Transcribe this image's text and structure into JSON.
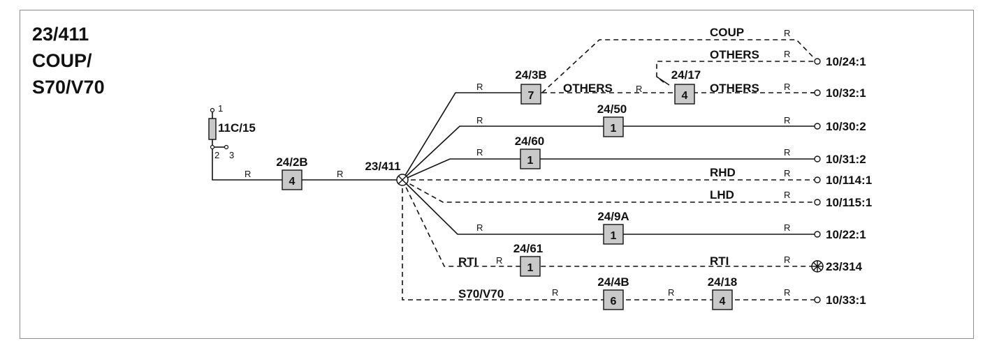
{
  "title": {
    "line1": "23/411",
    "line2": "COUP/",
    "line3": "S70/V70"
  },
  "fuse": {
    "label": "11C/15",
    "pin_top": "1",
    "pin_2": "2",
    "pin_3": "3"
  },
  "main_connector": {
    "label": "24/2B",
    "pin": "4",
    "wire_code_left": "R",
    "wire_code_right": "R"
  },
  "splice": {
    "label": "23/411"
  },
  "connectors": {
    "c24_3b": {
      "label": "24/3B",
      "pin": "7"
    },
    "c24_17": {
      "label": "24/17",
      "pin": "4"
    },
    "c24_50": {
      "label": "24/50",
      "pin": "1"
    },
    "c24_60": {
      "label": "24/60",
      "pin": "1"
    },
    "c24_9a": {
      "label": "24/9A",
      "pin": "1"
    },
    "c24_61": {
      "label": "24/61",
      "pin": "1"
    },
    "c24_4b": {
      "label": "24/4B",
      "pin": "6"
    },
    "c24_18": {
      "label": "24/18",
      "pin": "4"
    }
  },
  "wire_codes": {
    "r": "R"
  },
  "variants": {
    "coup": "COUP",
    "others": "OTHERS",
    "rhd": "RHD",
    "lhd": "LHD",
    "rti": "RTI",
    "s70v70": "S70/V70"
  },
  "terminals": {
    "t1": "10/24:1",
    "t2": "10/32:1",
    "t3": "10/30:2",
    "t4": "10/31:2",
    "t5": "10/114:1",
    "t6": "10/115:1",
    "t7": "10/22:1",
    "t8": "23/314",
    "t9": "10/33:1"
  }
}
